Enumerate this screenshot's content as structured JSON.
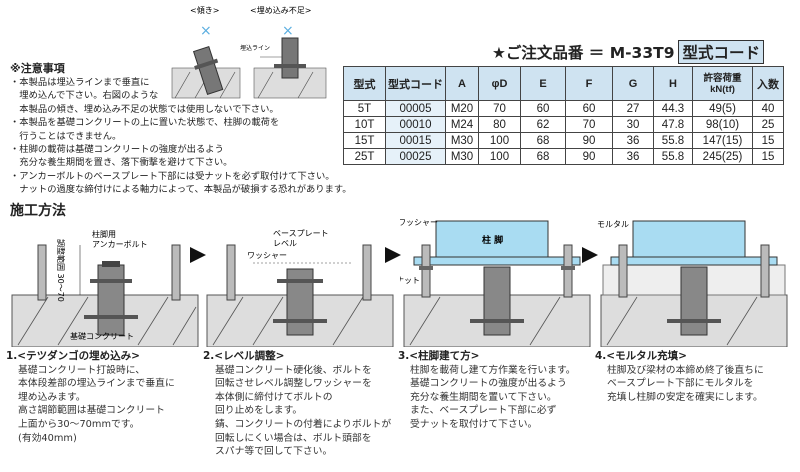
{
  "warnings": {
    "tilt_label": "<傾き>",
    "shallow_label": "<埋め込み不足>",
    "ng_mark": "×",
    "embed_line_label": "埋込ライン"
  },
  "notes": {
    "heading": "※注意事項",
    "lines": [
      "・本製品は埋込ラインまで垂直に",
      "　埋め込んで下さい。右図のような",
      "　本製品の傾き、埋め込み不足の状態では使用しないで下さい。",
      "・本製品を基礎コンクリートの上に置いた状態で、柱脚の載荷を",
      "　行うことはできません。",
      "・柱脚の載荷は基礎コンクリートの強度が出るよう",
      "　充分な養生期間を置き、落下衝撃を避けて下さい。",
      "・アンカーボルトのベースプレート下部には受ナットを必ず取付けて下さい。",
      "　ナットの過度な締付けによる軸力によって、本製品が破損する恐れがあります。"
    ]
  },
  "order": {
    "prefix": "★ご注文品番 ＝ M-33T9",
    "code_box": "型式コード"
  },
  "table": {
    "headers": [
      "型式",
      "型式コード",
      "A",
      "φD",
      "E",
      "F",
      "G",
      "H",
      "許容荷重 kN(tf)",
      "入数"
    ],
    "rows": [
      [
        "5T",
        "00005",
        "M20",
        "70",
        "60",
        "60",
        "27",
        "44.3",
        "49(5)",
        "40"
      ],
      [
        "10T",
        "00010",
        "M24",
        "80",
        "62",
        "70",
        "30",
        "47.8",
        "98(10)",
        "25"
      ],
      [
        "15T",
        "00015",
        "M30",
        "100",
        "68",
        "90",
        "36",
        "55.8",
        "147(15)",
        "15"
      ],
      [
        "25T",
        "00025",
        "M30",
        "100",
        "68",
        "90",
        "36",
        "55.8",
        "245(25)",
        "15"
      ]
    ]
  },
  "method": {
    "title": "施工方法",
    "diagram_labels": {
      "range": "調整範囲 30〜70",
      "anchor_bolt_1": "柱脚用",
      "anchor_bolt_2": "アンカーボルト",
      "concrete": "基礎コンクリート",
      "base_plate_1": "ベースプレート",
      "base_plate_2": "レベル",
      "washer": "ワッシャー",
      "washer3": "ワッシャー",
      "receive_nut": "受ナット",
      "column": "柱 脚",
      "mortar": "モルタル"
    },
    "steps": [
      {
        "title": "1.<テツダンゴの埋め込み>",
        "lines": [
          "基礎コンクリート打設時に、",
          "本体段差部の埋込ラインまで垂直に",
          "埋め込みます。",
          "高さ調節範囲は基礎コンクリート",
          "上面から30〜70mmです。",
          "(有効40mm)"
        ]
      },
      {
        "title": "2.<レベル調整>",
        "lines": [
          "基礎コンクリート硬化後、ボルトを",
          "回転させレベル調整しワッシャーを",
          "本体側に締付けてボルトの",
          "回り止めをします。",
          "錆、コンクリートの付着によりボルトが",
          "回転しにくい場合は、ボルト頭部を",
          "スパナ等で回して下さい。"
        ]
      },
      {
        "title": "3.<柱脚建て方>",
        "lines": [
          "柱脚を載荷し建て方作業を行います。",
          "基礎コンクリートの強度が出るよう",
          "充分な養生期間を置いて下さい。",
          "また、ベースプレート下部に必ず",
          "受ナットを取付けて下さい。"
        ]
      },
      {
        "title": "4.<モルタル充填>",
        "lines": [
          "柱脚及び梁材の本締め終了後直ちに",
          "ベースプレート下部にモルタルを",
          "充填し柱脚の安定を確実にします。"
        ]
      }
    ]
  },
  "colors": {
    "blue": "#a9dcf2",
    "header": "#cfe3f1",
    "ng": "#5aaee0"
  }
}
